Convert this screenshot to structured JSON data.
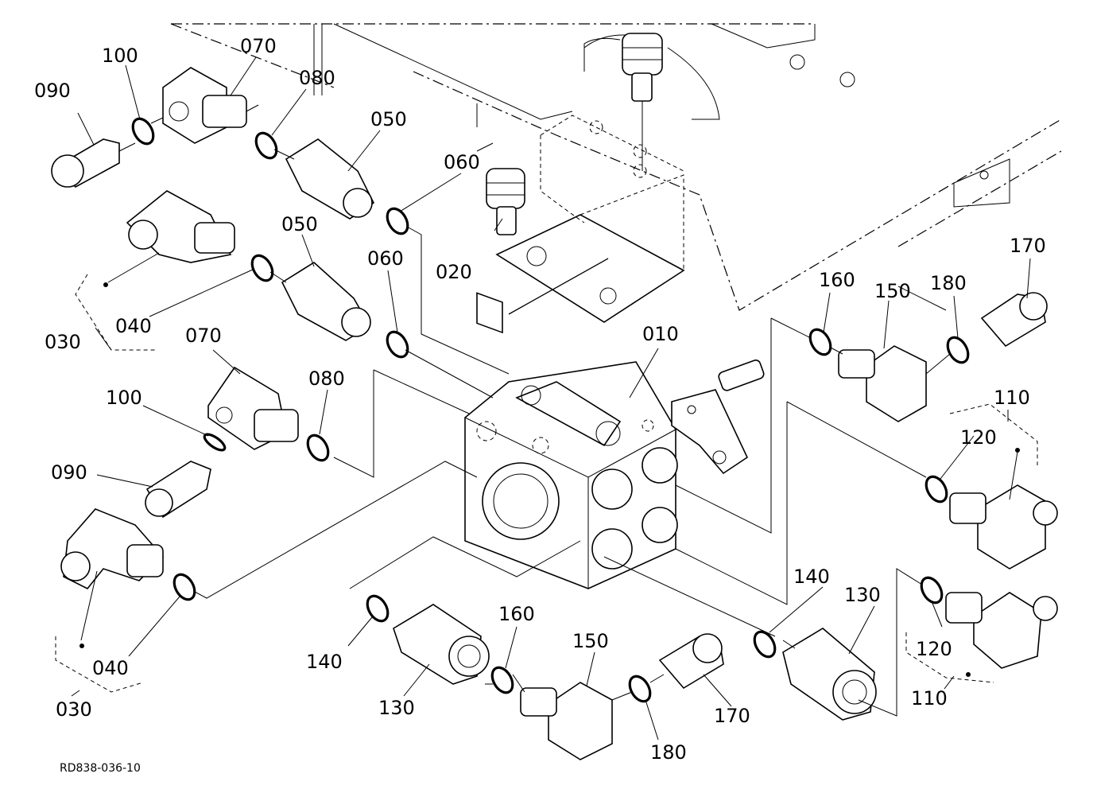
{
  "diagram": {
    "callouts": {
      "c010": "010",
      "c020": "020",
      "c030a": "030",
      "c030b": "030",
      "c040a": "040",
      "c040b": "040",
      "c050a": "050",
      "c050b": "050",
      "c060a": "060",
      "c060b": "060",
      "c070a": "070",
      "c070b": "070",
      "c080a": "080",
      "c080b": "080",
      "c090a": "090",
      "c090b": "090",
      "c100a": "100",
      "c100b": "100",
      "c110a": "110",
      "c110b": "110",
      "c120a": "120",
      "c120b": "120",
      "c130a": "130",
      "c130b": "130",
      "c140a": "140",
      "c140b": "140",
      "c150a": "150",
      "c150b": "150",
      "c160a": "160",
      "c160b": "160",
      "c170a": "170",
      "c170b": "170",
      "c180a": "180",
      "c180b": "180"
    },
    "reference": "RD838-036-10"
  }
}
